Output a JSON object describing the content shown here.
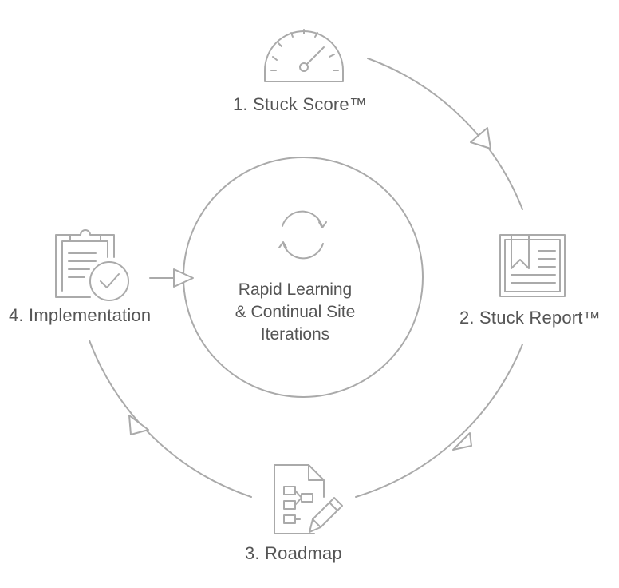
{
  "diagram": {
    "stroke_color": "#aaaaaa",
    "text_color": "#555555",
    "center": {
      "lines": [
        "Rapid Learning",
        "& Continual Site",
        "Iterations"
      ],
      "icon": "refresh-cycle-icon"
    },
    "steps": [
      {
        "label": "1. Stuck Score™",
        "icon": "speedometer-gauge-icon"
      },
      {
        "label": "2. Stuck Report™",
        "icon": "open-book-bookmark-icon"
      },
      {
        "label": "3. Roadmap",
        "icon": "document-flowchart-pencil-icon"
      },
      {
        "label": "4. Implementation",
        "icon": "clipboard-checkmark-icon"
      }
    ]
  }
}
